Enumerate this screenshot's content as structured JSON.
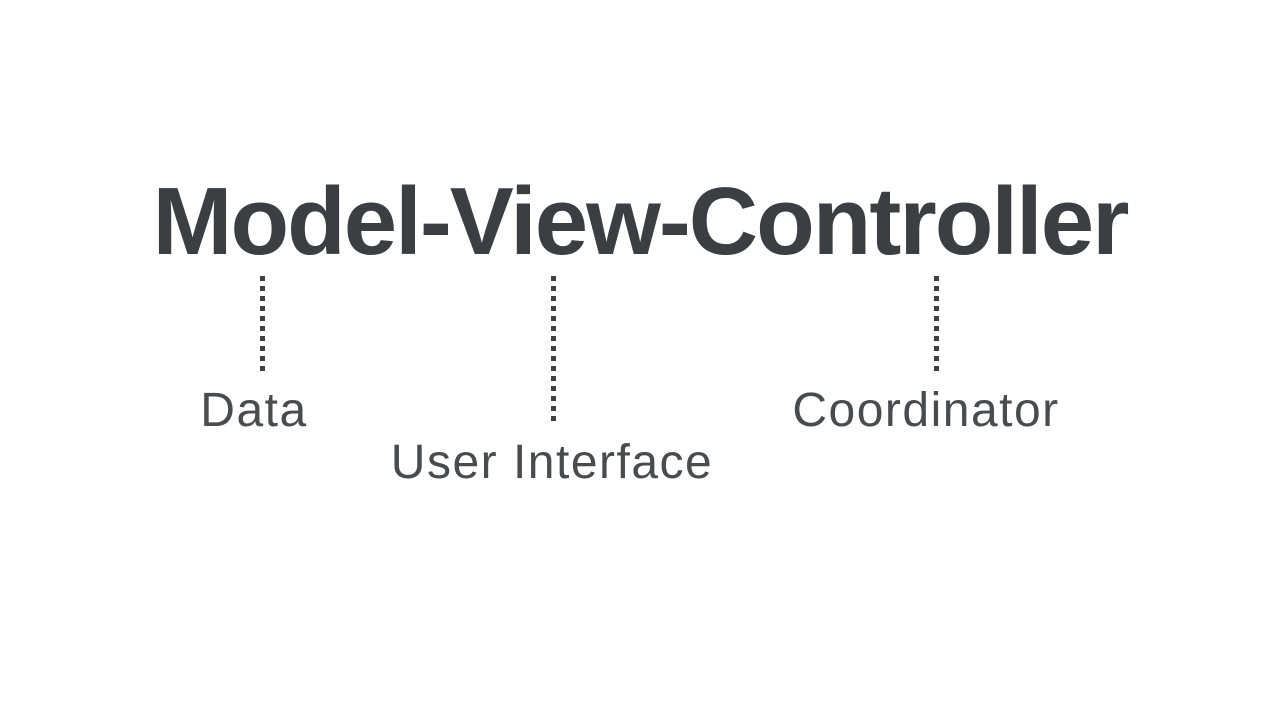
{
  "title": {
    "text": "Model-View-Controller"
  },
  "labels": {
    "model": "Data",
    "view": "User Interface",
    "controller": "Coordinator"
  },
  "colors": {
    "background": "#ffffff",
    "title_text": "#3b3e42",
    "label_text": "#494c4f",
    "connector": "#3c4043"
  }
}
